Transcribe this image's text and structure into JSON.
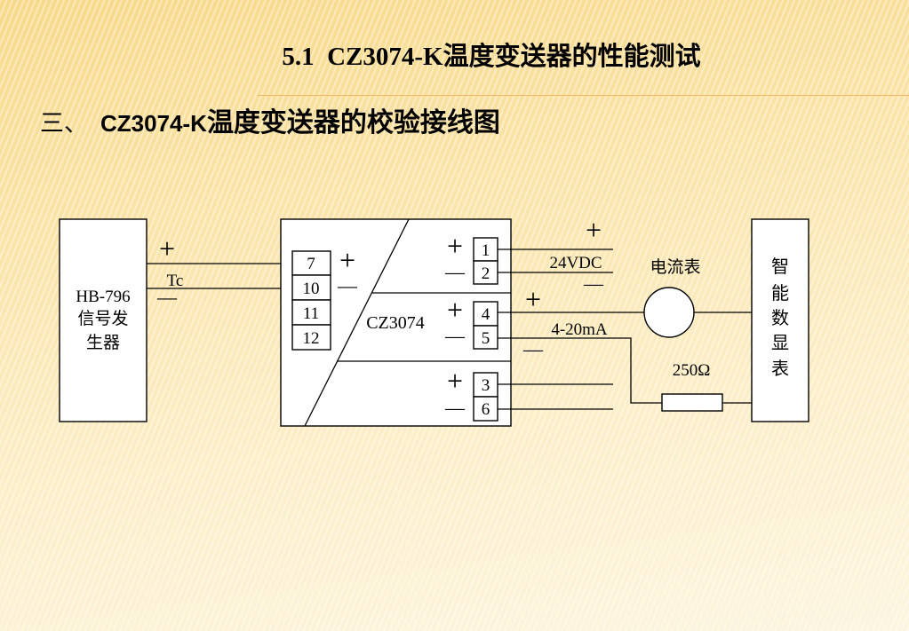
{
  "slide": {
    "title": "5.1  CZ3074-K温度变送器的性能测试",
    "subtitle": {
      "prefix": "三、",
      "latin": "CZ3074-K",
      "text": "温度变送器的校验接线图"
    }
  },
  "diagram": {
    "signal_generator": {
      "lines": [
        "HB-796",
        "信号发",
        "生器"
      ]
    },
    "thermocouple": {
      "plus": "+",
      "label": "Tc",
      "minus": "—"
    },
    "transmitter": {
      "label": "CZ3074",
      "input_terminals": [
        "7",
        "10",
        "11",
        "12"
      ],
      "input_plus": "+",
      "input_minus": "—",
      "output_terminals": [
        "1",
        "2",
        "4",
        "5",
        "3",
        "6"
      ],
      "output_signs": [
        "+",
        "—",
        "+",
        "—",
        "+",
        "—"
      ]
    },
    "supply": {
      "plus": "+",
      "label": "24VDC",
      "minus": "—"
    },
    "ammeter": {
      "label": "电流表"
    },
    "loop": {
      "plus": "+",
      "label": "4-20mA",
      "minus": "—"
    },
    "resistor": {
      "label": "250Ω"
    },
    "display": {
      "chars": [
        "智",
        "能",
        "数",
        "显",
        "表"
      ]
    }
  },
  "colors": {
    "background": "#fae3a6",
    "title_rule": "#f2b766",
    "lines": "#000000",
    "box_fill": "#ffffff"
  }
}
